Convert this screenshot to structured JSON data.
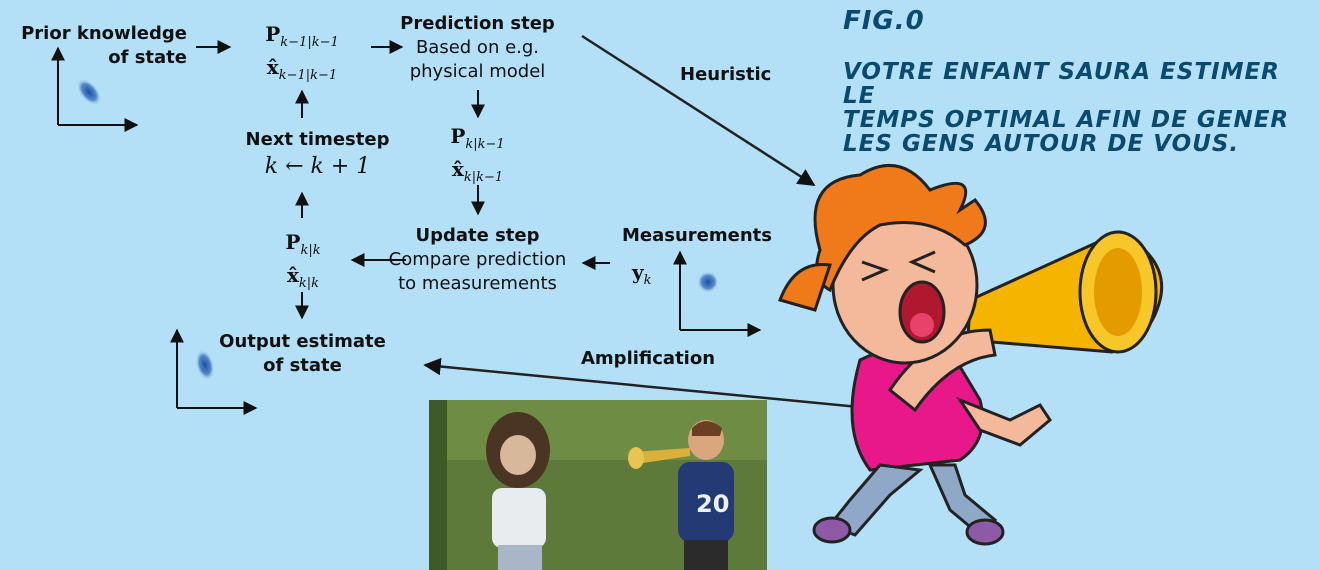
{
  "diagram": {
    "prior": {
      "line1": "Prior knowledge",
      "line2": "of state"
    },
    "prev_cov": {
      "sym": "P",
      "sub": "k−1|k−1"
    },
    "prev_state": {
      "sym": "x̂",
      "sub": "k−1|k−1"
    },
    "prediction": {
      "title": "Prediction step",
      "line1": "Based on e.g.",
      "line2": "physical model"
    },
    "pred_cov": {
      "sym": "P",
      "sub": "k|k−1"
    },
    "pred_state": {
      "sym": "x̂",
      "sub": "k|k−1"
    },
    "next": {
      "title": "Next timestep",
      "formula": "k ← k + 1"
    },
    "update": {
      "title": "Update step",
      "line1": "Compare prediction",
      "line2": "to measurements"
    },
    "upd_cov": {
      "sym": "P",
      "sub": "k|k"
    },
    "upd_state": {
      "sym": "x̂",
      "sub": "k|k"
    },
    "measurements": {
      "title": "Measurements",
      "sym": "y",
      "sub": "k"
    },
    "output": {
      "line1": "Output estimate",
      "line2": "of state"
    }
  },
  "meme": {
    "heuristic": "Heuristic",
    "amplification": "Amplification",
    "fig_label": "FIG.0",
    "caption": [
      "VOTRE ENFANT SAURA ESTIMER LE",
      "TEMPS OPTIMAL AFIN DE GENER",
      "LES GENS AUTOUR DE VOUS."
    ]
  },
  "colors": {
    "background": "#b3e0f6",
    "blob": "#1a4fa0",
    "shirt": "#e8178a",
    "hair": "#f07a1a",
    "horn": "#f5b400"
  }
}
